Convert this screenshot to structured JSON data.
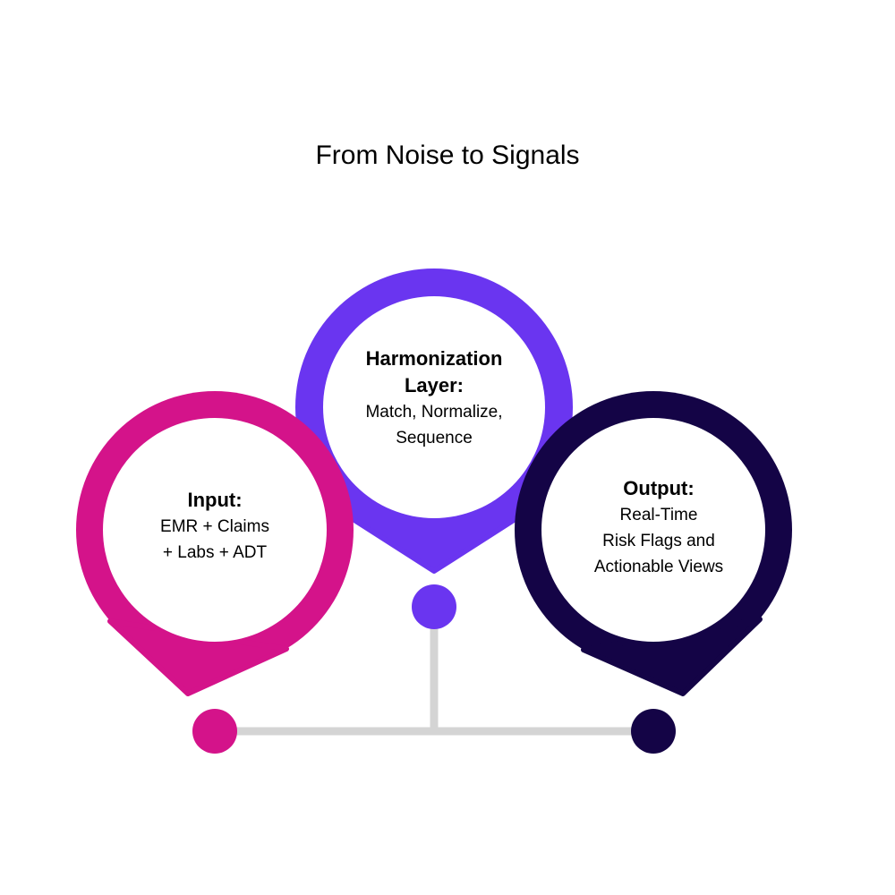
{
  "title": "From Noise to Signals",
  "colors": {
    "input": "#d4138a",
    "harmonization": "#6a35f0",
    "output": "#140446",
    "connector": "#d4d4d4"
  },
  "nodes": [
    {
      "heading": "Input:",
      "lines": [
        "EMR + Claims",
        "+ Labs + ADT"
      ]
    },
    {
      "heading": "Harmonization Layer:",
      "lines": [
        "Match, Normalize,",
        "Sequence"
      ]
    },
    {
      "heading": "Output:",
      "lines": [
        "Real-Time",
        "Risk Flags and",
        "Actionable Views"
      ]
    }
  ]
}
